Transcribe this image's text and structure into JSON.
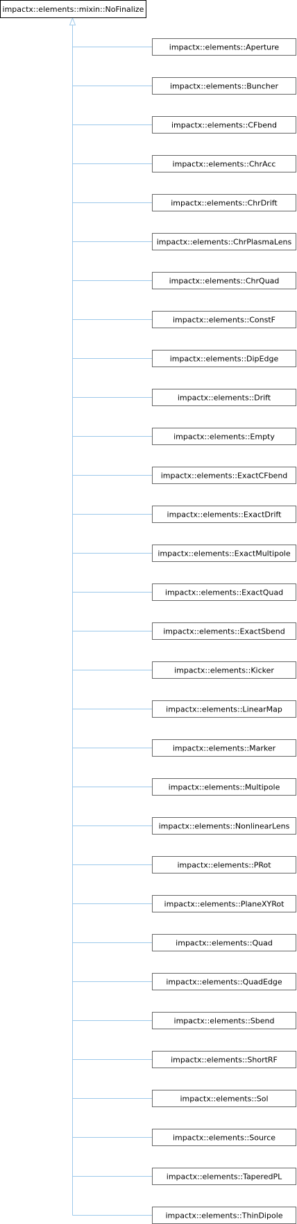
{
  "diagram": {
    "root": "impactx::elements::mixin::NoFinalize",
    "children": [
      "impactx::elements::Aperture",
      "impactx::elements::Buncher",
      "impactx::elements::CFbend",
      "impactx::elements::ChrAcc",
      "impactx::elements::ChrDrift",
      "impactx::elements::ChrPlasmaLens",
      "impactx::elements::ChrQuad",
      "impactx::elements::ConstF",
      "impactx::elements::DipEdge",
      "impactx::elements::Drift",
      "impactx::elements::Empty",
      "impactx::elements::ExactCFbend",
      "impactx::elements::ExactDrift",
      "impactx::elements::ExactMultipole",
      "impactx::elements::ExactQuad",
      "impactx::elements::ExactSbend",
      "impactx::elements::Kicker",
      "impactx::elements::LinearMap",
      "impactx::elements::Marker",
      "impactx::elements::Multipole",
      "impactx::elements::NonlinearLens",
      "impactx::elements::PRot",
      "impactx::elements::PlaneXYRot",
      "impactx::elements::Quad",
      "impactx::elements::QuadEdge",
      "impactx::elements::Sbend",
      "impactx::elements::ShortRF",
      "impactx::elements::Sol",
      "impactx::elements::Source",
      "impactx::elements::TaperedPL",
      "impactx::elements::ThinDipole"
    ]
  },
  "colors": {
    "edge": "#9cc8ea",
    "root_border": "#000000",
    "child_border": "#666666",
    "text": "#000000",
    "background": "#ffffff"
  }
}
